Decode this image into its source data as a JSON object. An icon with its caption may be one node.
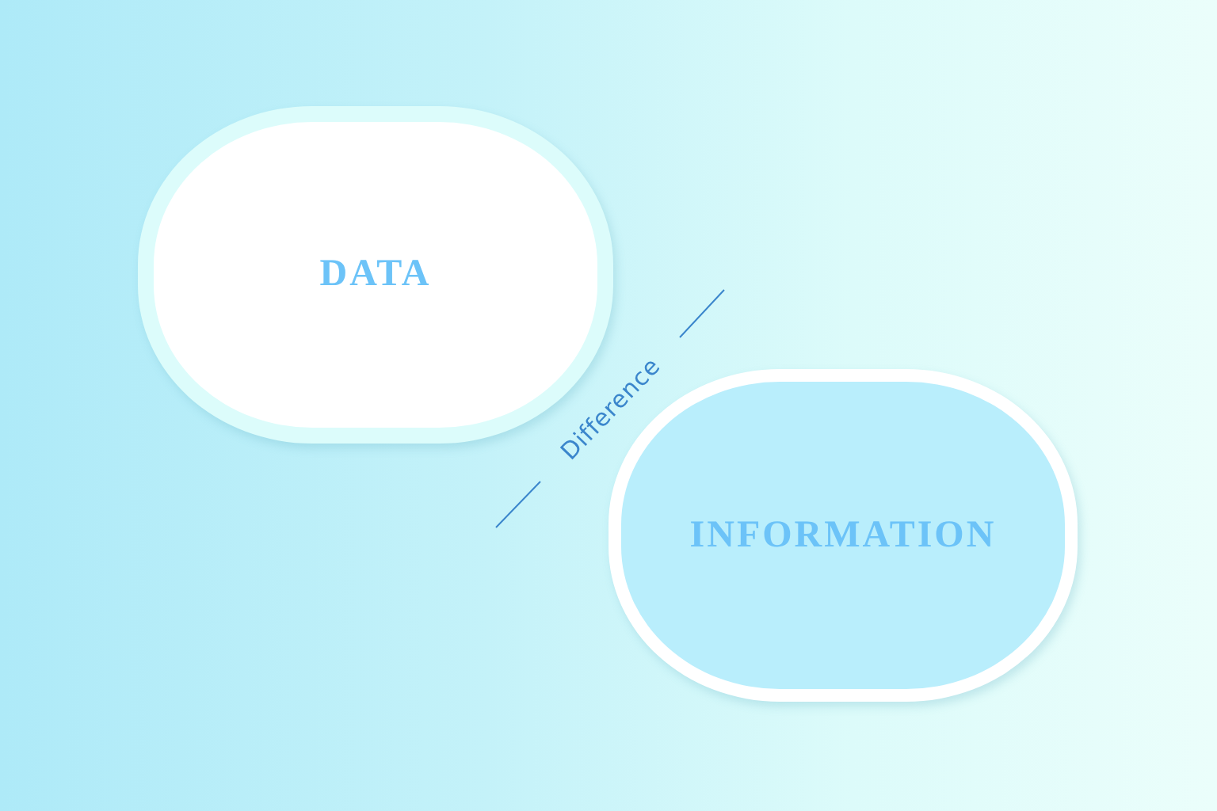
{
  "diagram": {
    "nodes": [
      {
        "text": [
          "DATA"
        ]
      },
      {
        "text": [
          "INFORMATION"
        ]
      }
    ],
    "labels": [
      "Difference"
    ]
  }
}
